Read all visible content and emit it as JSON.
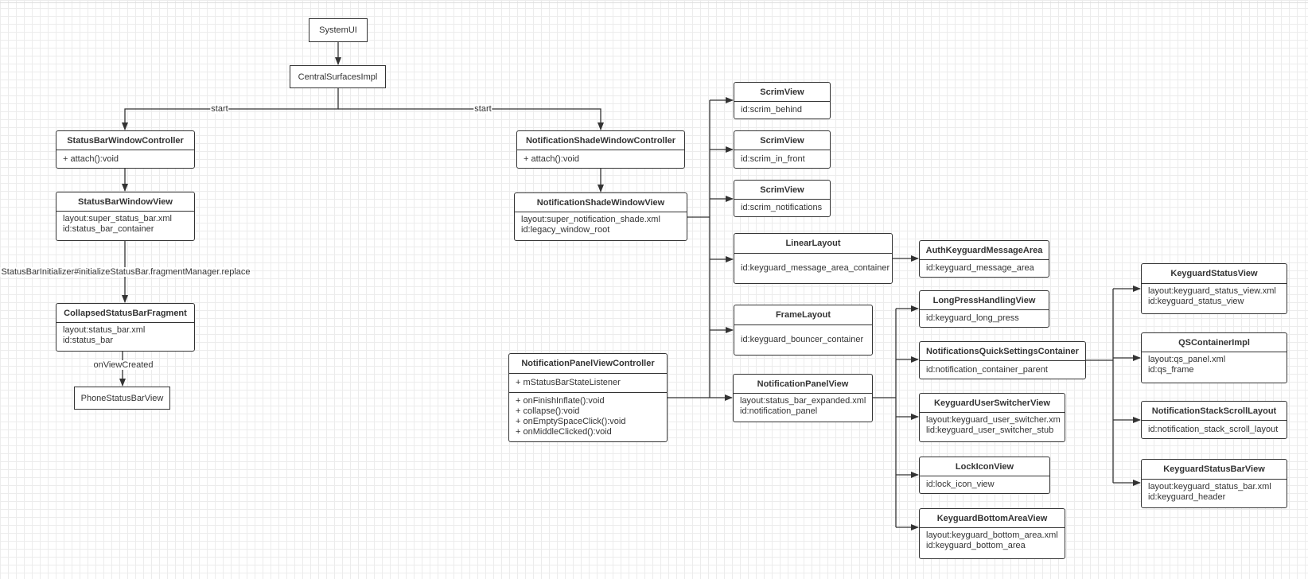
{
  "diagram": {
    "nodes": {
      "systemui": {
        "title": "SystemUI"
      },
      "central": {
        "title": "CentralSurfacesImpl"
      },
      "sbwc": {
        "title": "StatusBarWindowController",
        "sections": [
          [
            "+ attach():void"
          ]
        ]
      },
      "sbwv": {
        "title": "StatusBarWindowView",
        "sections": [
          [
            "layout:super_status_bar.xml",
            "id:status_bar_container"
          ]
        ]
      },
      "csbf": {
        "title": "CollapsedStatusBarFragment",
        "sections": [
          [
            "layout:status_bar.xml",
            "id:status_bar"
          ]
        ]
      },
      "psbv": {
        "title": "PhoneStatusBarView"
      },
      "nswc": {
        "title": "NotificationShadeWindowController",
        "sections": [
          [
            "+ attach():void"
          ]
        ]
      },
      "nswv": {
        "title": "NotificationShadeWindowView",
        "sections": [
          [
            "layout:super_notification_shade.xml",
            "id:legacy_window_root"
          ]
        ]
      },
      "scrim1": {
        "title": "ScrimView",
        "sections": [
          [
            "id:scrim_behind"
          ]
        ]
      },
      "scrim2": {
        "title": "ScrimView",
        "sections": [
          [
            "id:scrim_in_front"
          ]
        ]
      },
      "scrim3": {
        "title": "ScrimView",
        "sections": [
          [
            "id:scrim_notifications"
          ]
        ]
      },
      "linear": {
        "title": "LinearLayout",
        "sections": [
          [
            "id:keyguard_message_area_container"
          ]
        ]
      },
      "frame": {
        "title": "FrameLayout",
        "sections": [
          [
            "id:keyguard_bouncer_container"
          ]
        ]
      },
      "npvc": {
        "title": "NotificationPanelViewController",
        "sections": [
          [
            "+ mStatusBarStateListener"
          ],
          [
            "+ onFinishInflate():void",
            "+ collapse():void",
            "+ onEmptySpaceClick():void",
            "+ onMiddleClicked():void"
          ]
        ]
      },
      "npv": {
        "title": "NotificationPanelView",
        "sections": [
          [
            "layout:status_bar_expanded.xml",
            "id:notification_panel"
          ]
        ]
      },
      "akma": {
        "title": "AuthKeyguardMessageArea",
        "sections": [
          [
            "id:keyguard_message_area"
          ]
        ]
      },
      "lphv": {
        "title": "LongPressHandlingView",
        "sections": [
          [
            "id:keyguard_long_press"
          ]
        ]
      },
      "nqsc": {
        "title": "NotificationsQuickSettingsContainer",
        "sections": [
          [
            "id:notification_container_parent"
          ]
        ]
      },
      "kusv": {
        "title": "KeyguardUserSwitcherView",
        "sections": [
          [
            "layout:keyguard_user_switcher.xm",
            "lid:keyguard_user_switcher_stub"
          ]
        ]
      },
      "liv": {
        "title": "LockIconView",
        "sections": [
          [
            "id:lock_icon_view"
          ]
        ]
      },
      "kbav": {
        "title": "KeyguardBottomAreaView",
        "sections": [
          [
            "layout:keyguard_bottom_area.xml",
            "id:keyguard_bottom_area"
          ]
        ]
      },
      "ksv": {
        "title": "KeyguardStatusView",
        "sections": [
          [
            "layout:keyguard_status_view.xml",
            "id:keyguard_status_view"
          ]
        ]
      },
      "qsc": {
        "title": "QSContainerImpl",
        "sections": [
          [
            "layout:qs_panel.xml",
            "id:qs_frame"
          ]
        ]
      },
      "nssl": {
        "title": "NotificationStackScrollLayout",
        "sections": [
          [
            "id:notification_stack_scroll_layout"
          ]
        ]
      },
      "ksbv": {
        "title": "KeyguardStatusBarView",
        "sections": [
          [
            "layout:keyguard_status_bar.xml",
            "id:keyguard_header"
          ]
        ]
      }
    },
    "edge_labels": {
      "start_left": "start",
      "start_right": "start",
      "initialize": "StatusBarInitializer#initializeStatusBar.fragmentManager.replace",
      "on_view_created": "onViewCreated"
    },
    "colors": {
      "line": "#333333",
      "grid": "#ececec"
    }
  }
}
